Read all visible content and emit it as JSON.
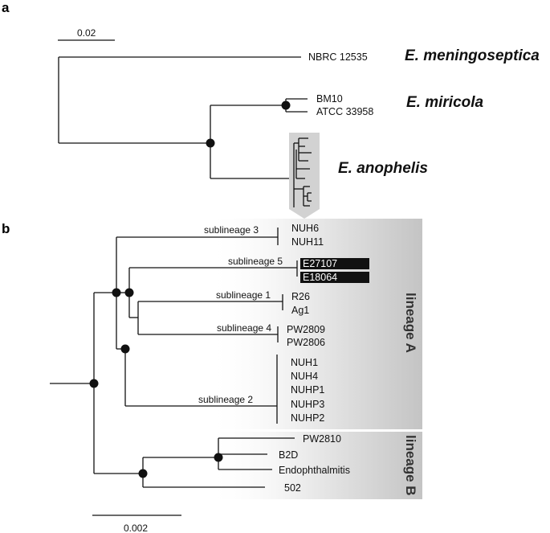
{
  "panels": {
    "a": "a",
    "b": "b"
  },
  "panel_a": {
    "scale_label": "0.02",
    "tips": {
      "nbrc": "NBRC 12535",
      "bm10": "BM10",
      "atcc": "ATCC 33958"
    },
    "species": {
      "meningoseptica": "E. meningoseptica",
      "miricola": "E. miricola",
      "anophelis": "E. anophelis"
    }
  },
  "panel_b": {
    "scale_label": "0.002",
    "sublineages": {
      "s1": "sublineage 1",
      "s2": "sublineage 2",
      "s3": "sublineage 3",
      "s4": "sublineage 4",
      "s5": "sublineage 5"
    },
    "tips": {
      "nuh6": "NUH6",
      "nuh11": "NUH11",
      "e27107": "E27107",
      "e18064": "E18064",
      "r26": "R26",
      "ag1": "Ag1",
      "pw2809": "PW2809",
      "pw2806": "PW2806",
      "nuh1": "NUH1",
      "nuh4": "NUH4",
      "nuhp1": "NUHP1",
      "nuhp3": "NUHP3",
      "nuhp2": "NUHP2",
      "pw2810": "PW2810",
      "b2d": "B2D",
      "endo": "Endophthalmitis",
      "t502": "502"
    },
    "lineages": {
      "a": "lineage A",
      "b": "lineage B"
    },
    "highlight_color": "#111111"
  },
  "colors": {
    "shade": "#c8c8c8",
    "branch": "#111111"
  }
}
